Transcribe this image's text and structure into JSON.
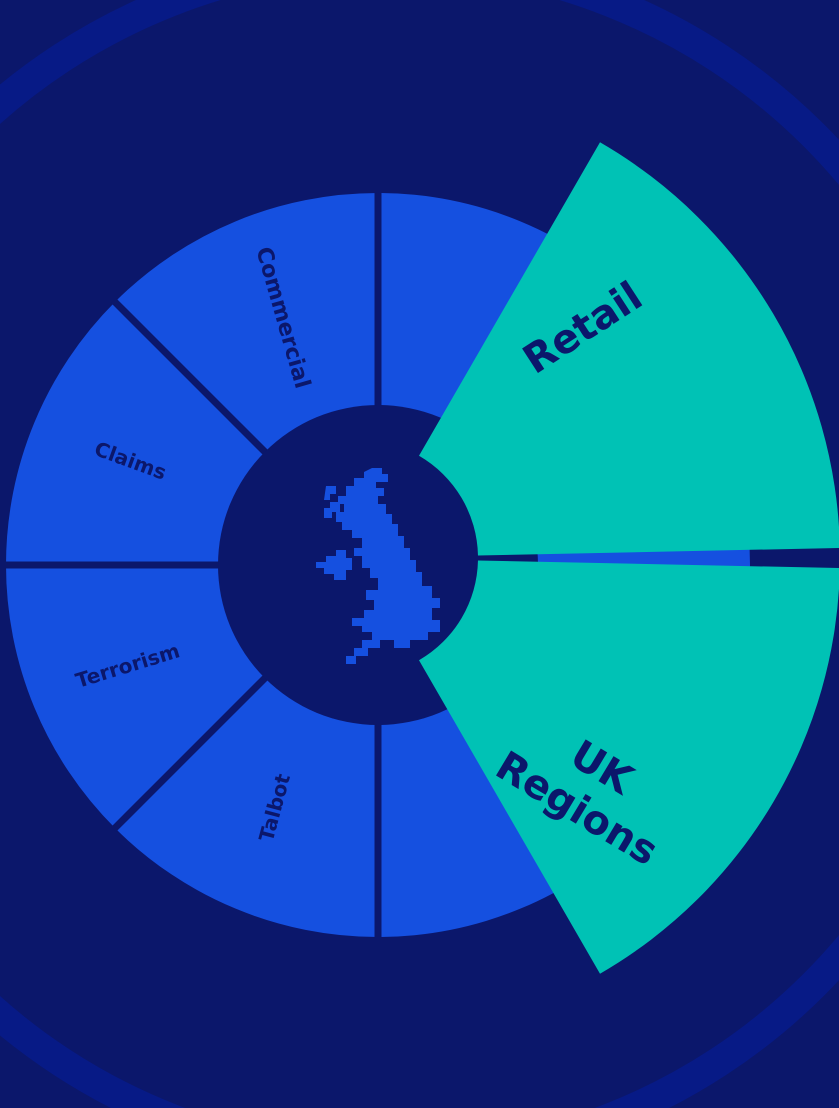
{
  "colors": {
    "background": "#0b176b",
    "outer_ring": "#071a86",
    "inner_segment": "#1550e0",
    "inner_divider": "#0b176b",
    "hub": "#0b176b",
    "map_fill": "#1550e0",
    "highlight_segment": "#00c2b5",
    "label_dark": "#0b176b"
  },
  "inner_segments": [
    {
      "id": "commercial",
      "label": "Commercial"
    },
    {
      "id": "claims",
      "label": "Claims"
    },
    {
      "id": "terrorism",
      "label": "Terrorism"
    },
    {
      "id": "talbot",
      "label": "Talbot"
    }
  ],
  "highlight_segments": [
    {
      "id": "retail",
      "label_lines": [
        "Retail"
      ]
    },
    {
      "id": "uk-regions",
      "label_lines": [
        "UK",
        "Regions"
      ]
    }
  ],
  "hub": {
    "icon": "uk-map-icon"
  }
}
